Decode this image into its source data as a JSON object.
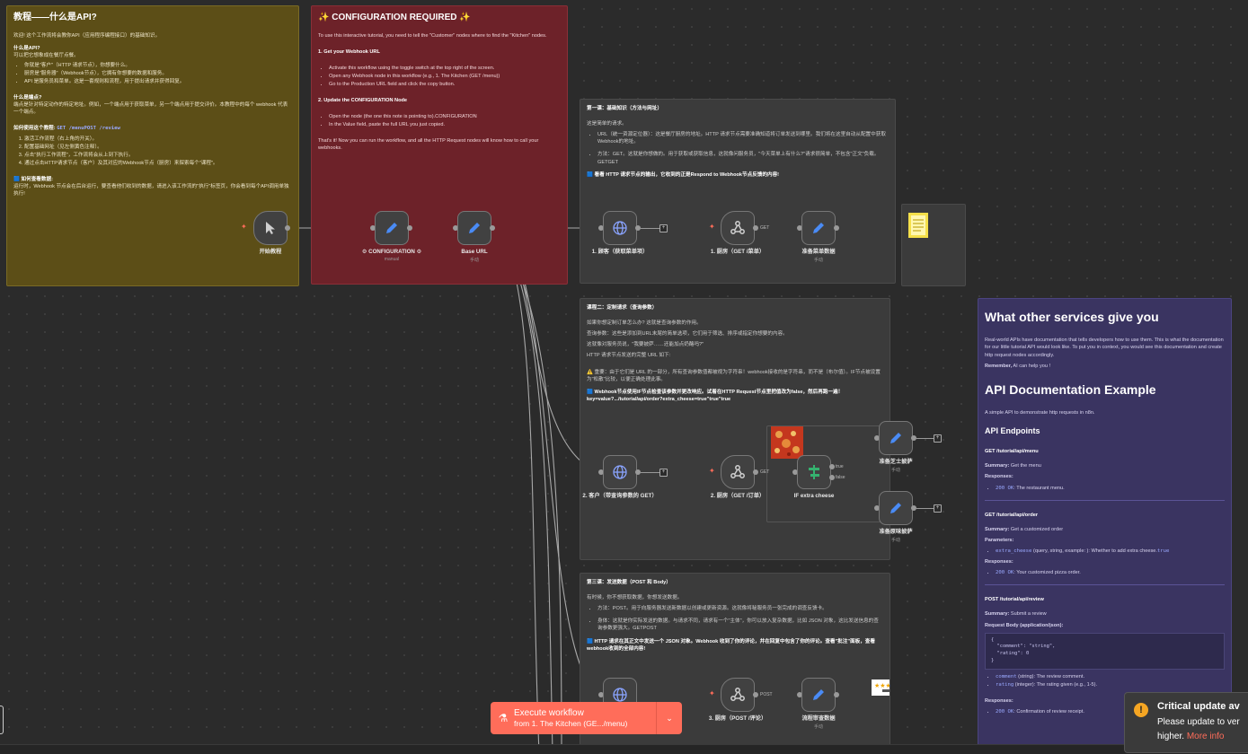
{
  "intro_note": {
    "title": "教程——什么是API?",
    "welcome": "欢迎! 这个工作流将会教你API（应用程序编程接口）的基础知识。",
    "what_heading": "什么是API?",
    "what_text": "可以把它想象成在餐厅点餐。",
    "what_items": [
      "你就是\"客户\"（HTTP 请求节点），你想要什么。",
      "厨房是\"服务器\"（Webhook节点），它拥有你想要的数据和服务。",
      "API 是服务员和菜单。这是一套规则和流程，用于提出请求并获得回复。"
    ],
    "endpoint_heading": "什么是端点?",
    "endpoint_text": "端点是针对特定动作的特定地址。例如，一个端点用于获取菜单，另一个端点用于提交评价。本教程中的每个 webhook 代表一个端点。",
    "howto_heading": "如何使用这个教程:",
    "howto_code": "GET /menuPOST /review",
    "howto_items": [
      "激活工作流程（右上角的开关）。",
      "配置基础网址（见左侧黄色注释）。",
      "点击\"执行工作流程\"，工作流将会从上到下执行。",
      "通过点击HTTP请求节点（客户）及其对应的Webhook节点（厨房）来探索每个\"课程\"。"
    ],
    "view_heading": "🟦 如何查看数据:",
    "view_text": "运行时，Webhook 节点会在后台运行，要查看他们收到的数据，请进入该工作流的\"执行\"标签页，你会看到每个API调用单独执行!"
  },
  "config_note": {
    "title": "✨ CONFIGURATION REQUIRED ✨",
    "intro": "To use this interactive tutorial, you need to tell the \"Customer\" nodes where to find the \"Kitchen\" nodes.",
    "step1": "1. Get your Webhook URL",
    "step1_items": [
      "Activate this workflow using the toggle switch at the top right of the screen.",
      "Open any Webhook node in this workflow (e.g., 1. The Kitchen (GET /menu))",
      "Go to the Production URL field and click the copy button."
    ],
    "step2": "2. Update the CONFIGURATION Node",
    "step2_items": [
      "Open the node (the one this note is pointing to).CONFIGURATION",
      "In the Value field, paste the full URL you just copied."
    ],
    "outro": "That's it! Now you can run the workflow, and all the HTTP Request nodes will know how to call your webhooks."
  },
  "lesson1": {
    "title": "第一课：基础知识（方法与网址）",
    "intro": "这是简单的请求。",
    "items": [
      "URL（统一资源定位器）：这是餐厅厨房的地址。HTTP 请求节点需要准确知道将订单发送到哪里。我们将在这里自动从配置中获取Webhook的地址。",
      "方法：GET。这就是你想做的。用于获取或获取信息，这就像问服务员，\"今天菜单上有什么?\"请求很简单，不包含\"正文\"负载。GETGET"
    ],
    "tip": "🟦 看看 HTTP 请求节点的输出，它收到的正是Respond to Webhook节点反馈的内容!"
  },
  "lesson2": {
    "title": "课程二：定制请求（查询参数）",
    "intro": "如果你想定制订单怎么办? 这就是查询参数的作用。",
    "p1": "查询参数：这些是添加到URL末尾的简单选项，它们用于筛选、排序或指定你想要的内容。",
    "p2": "这就像对服务员说，\"我要披萨……还能加点奶酪吗?\"",
    "p3": "HTTP 请求节点发送的完整 URL 如下:",
    "warn": "⚠️ 重要：由于它们是 URL 的一部分，所有查询参数值都被视为字符串！webhook接收的是字符串，而不是（布尔值）。IF节点被设置为\"松散\"比较，以便正确处理此事。",
    "tip": "🟦 Webhook节点使用IF节点检查该参数并更改响应。试着在HTTP Request节点里把值改为false，然后再跑一遍！key=value?.../tutorial/api/order?extra_cheese=true\"true\"true"
  },
  "lesson3": {
    "title": "第三课：发送数据（POST 和 Body）",
    "intro": "有时候，你不想获取数据，你想发送数据。",
    "items": [
      "方法：POST。用于向服务器发送新数据以创建或更新资源。这就像将秘服务员一张完成的调查反馈卡。",
      "身体：这就是你实际发送的数据。与请求不同，请求有一个\"主体\"，你可以放入复杂数据，比如 JSON 对象，这比发送信息的查询参数更强大。GETPOST"
    ],
    "tip": "🟦 HTTP 请求在其正文中发送一个 JSON 对象。Webhook 收到了你的评论，并在回复中包含了你的评论。查看\"批注\"面板，查看webhook收到的全部内容!"
  },
  "api_note": {
    "title": "What other services give you",
    "intro": "Real-world APIs have documentation that tells developers how to use them. This is what the documentation for our little tutorial API would look like. To put you in context, you would see this documentation and create http request nodes accordingly.",
    "remember_b": "Remember,",
    "remember": " AI can help you !",
    "doc_title": "API Documentation Example",
    "doc_intro": "A simple API to demonstrate http requests in n8n.",
    "endpoints_title": "API Endpoints",
    "ep1": "GET /tutorial/api/menu",
    "ep1_summary_b": "Summary:",
    "ep1_summary": " Get the menu",
    "ep1_resp_b": "Responses:",
    "ep1_resp_code": "200 OK",
    "ep1_resp": ": The restaurant menu.",
    "ep2": "GET /tutorial/api/order",
    "ep2_summary_b": "Summary:",
    "ep2_summary": " Get a customized order",
    "ep2_params_b": "Parameters:",
    "ep2_param_code": "extra_cheese",
    "ep2_param": " (query, string, example: ): Whether to add extra cheese.",
    "ep2_param_true": "true",
    "ep2_resp_b": "Responses:",
    "ep2_resp_code": "200 OK",
    "ep2_resp": ": Your customized pizza order.",
    "ep3": "POST /tutorial/api/review",
    "ep3_summary_b": "Summary:",
    "ep3_summary": " Submit a review",
    "ep3_body_b": "Request Body (application/json):",
    "ep3_body": "{\n  \"comment\": \"string\",\n  \"rating\": 0\n}",
    "ep3_f1_code": "comment",
    "ep3_f1": " (string): The review comment.",
    "ep3_f2_code": "rating",
    "ep3_f2": " (integer): The rating given (e.g., 1-5).",
    "ep3_resp_b": "Responses:",
    "ep3_resp_code": "200 OK",
    "ep3_resp": ": Confirmation of review receipt."
  },
  "nodes": {
    "start": {
      "label": "开始教程",
      "icon": "cursor-icon"
    },
    "config": {
      "label": "⚙ CONFIGURATION ⚙",
      "sub": "manual"
    },
    "base_url": {
      "label": "Base URL",
      "sub": "手动"
    },
    "client1": {
      "label": "1. 顾客（获取菜单项）",
      "icon": "globe-icon"
    },
    "kitchen1": {
      "label": "1. 厨房（GET /菜单）",
      "icon": "webhook-icon"
    },
    "prep_menu": {
      "label": "准备菜单数据",
      "sub": "手动"
    },
    "client2": {
      "label": "2. 客户（带查询参数的 GET）"
    },
    "kitchen2": {
      "label": "2. 厨房（GET /订单）"
    },
    "if_cheese": {
      "label": "IF extra cheese",
      "true": "true",
      "false": "false"
    },
    "cheese_pizza": {
      "label": "准备芝士披萨",
      "sub": "手动"
    },
    "plain_pizza": {
      "label": "准备原味披萨",
      "sub": "手动"
    },
    "kitchen3": {
      "label": "3. 厨房（POST /评论）"
    },
    "review_data": {
      "label": "流程审查数据",
      "sub": "手动"
    }
  },
  "edge_labels": {
    "l1": "GET",
    "l2": "GET",
    "l3": "POST"
  },
  "execute": {
    "title": "Execute workflow",
    "subtitle": "from 1. The Kitchen (GE.../menu)"
  },
  "toast": {
    "title": "Critical update av",
    "body1": "Please update to ver",
    "body2": "higher.",
    "link": "More info"
  },
  "colors": {
    "accent": "#ff6d5a",
    "intro_note": "#5c4e17",
    "config_note": "#6d2229",
    "api_note": "#3a3461"
  }
}
